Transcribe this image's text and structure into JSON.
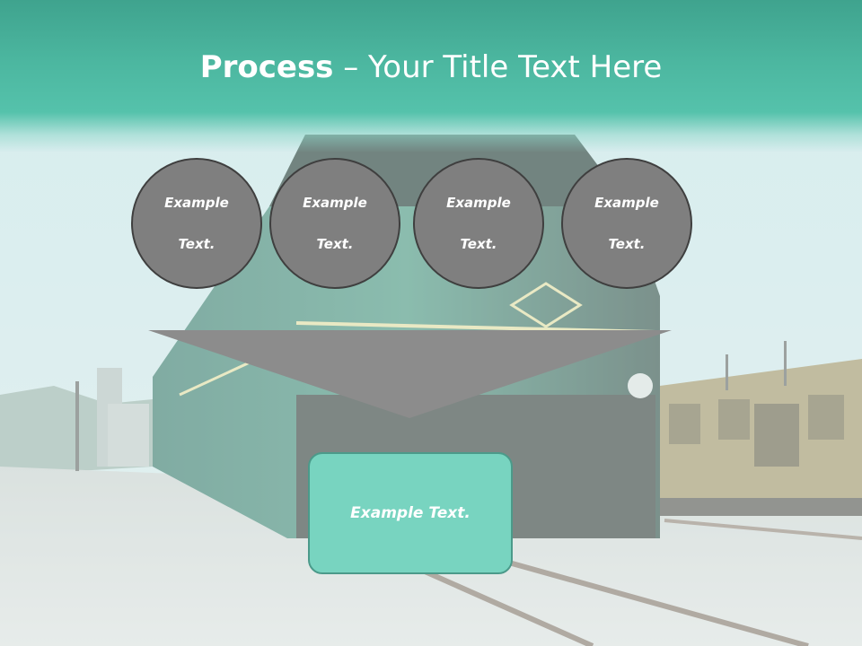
{
  "slide": {
    "title_bold": "Process",
    "title_rest": " – Your Title Text Here",
    "circles": [
      {
        "line1": "Example",
        "line2": "Text."
      },
      {
        "line1": "Example",
        "line2": "Text."
      },
      {
        "line1": "Example",
        "line2": "Text."
      },
      {
        "line1": "Example",
        "line2": "Text."
      }
    ],
    "result_text": "Example Text."
  },
  "colors": {
    "header_accent": "#4cb7a0",
    "circle_fill": "#7f7f7f",
    "arrow_fill": "#8c8c8c",
    "result_fill": "#78d4c0"
  },
  "background": {
    "description_icon": "train-photo-background"
  }
}
